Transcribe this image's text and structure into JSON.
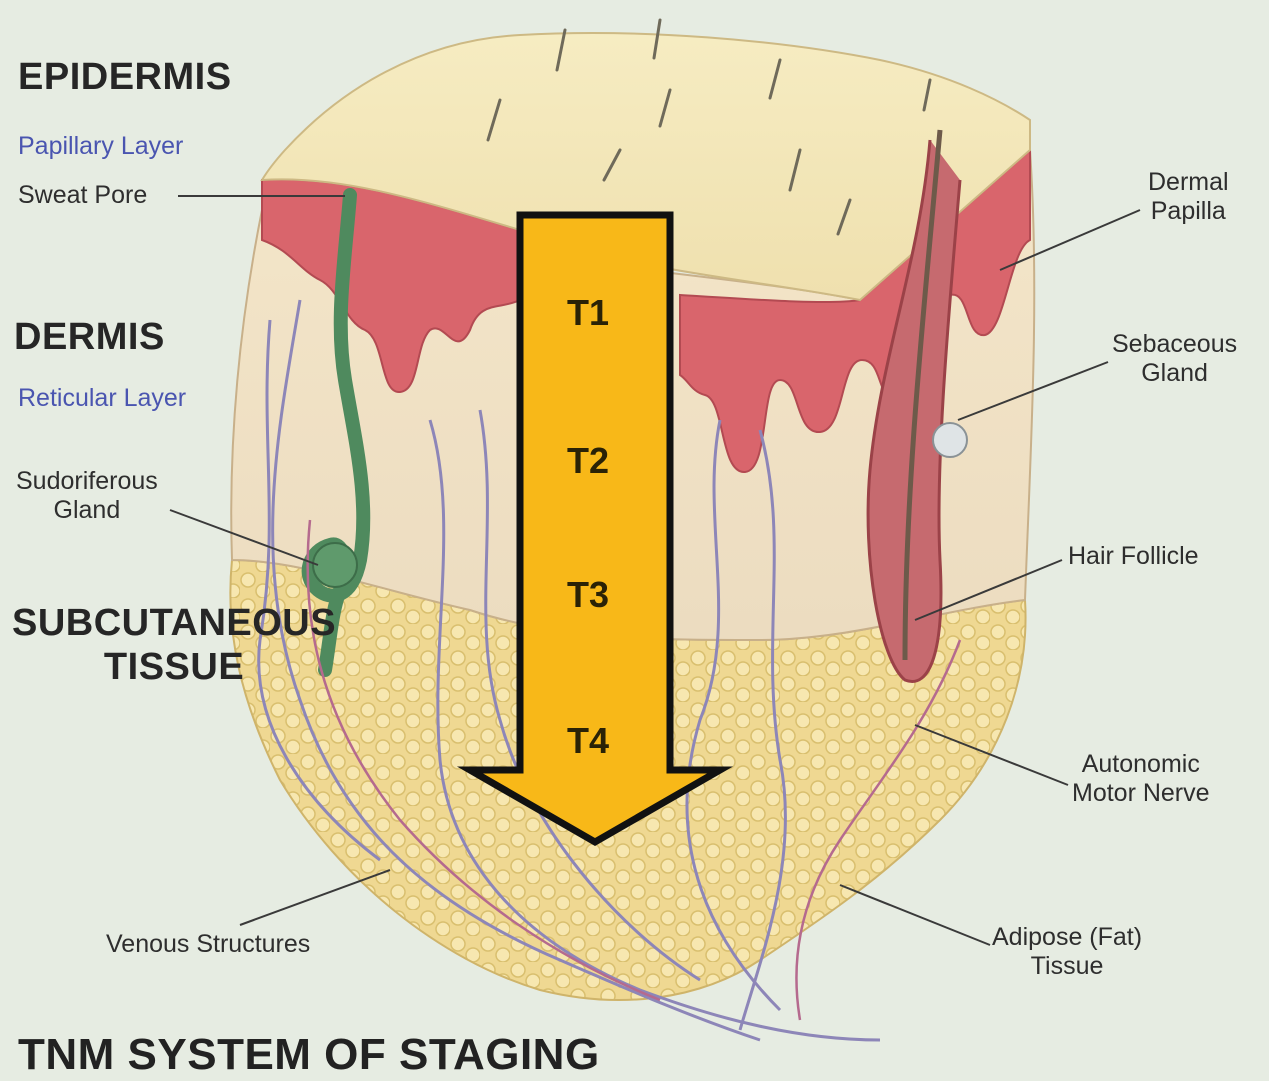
{
  "title": "TNM SYSTEM OF STAGING",
  "layers": {
    "epidermis": "EPIDERMIS",
    "papillary_layer": "Papillary Layer",
    "dermis": "DERMIS",
    "reticular_layer": "Reticular Layer",
    "subcutaneous_line1": "SUBCUTANEOUS",
    "subcutaneous_line2": "TISSUE"
  },
  "labels": {
    "sweat_pore": "Sweat Pore",
    "sudoriferous_gland": [
      "Sudoriferous",
      "Gland"
    ],
    "venous_structures": "Venous Structures",
    "dermal_papilla": [
      "Dermal",
      "Papilla"
    ],
    "sebaceous_gland": [
      "Sebaceous",
      "Gland"
    ],
    "hair_follicle": "Hair Follicle",
    "autonomic_motor_nerve": [
      "Autonomic",
      "Motor Nerve"
    ],
    "adipose_tissue": [
      "Adipose (Fat)",
      "Tissue"
    ]
  },
  "stages": [
    "T1",
    "T2",
    "T3",
    "T4"
  ],
  "colors": {
    "background": "#e6ece2",
    "epidermis_surface": "#f3e8b8",
    "papillary_dermis": "#d9656c",
    "reticular_dermis": "#f1dfc2",
    "adipose": "#f2dc9a",
    "arrow_fill": "#f8b818",
    "arrow_stroke": "#111111",
    "sweat_gland": "#4f8a5e",
    "vessel": "#8d86b8",
    "hair_follicle": "#b5545a"
  }
}
